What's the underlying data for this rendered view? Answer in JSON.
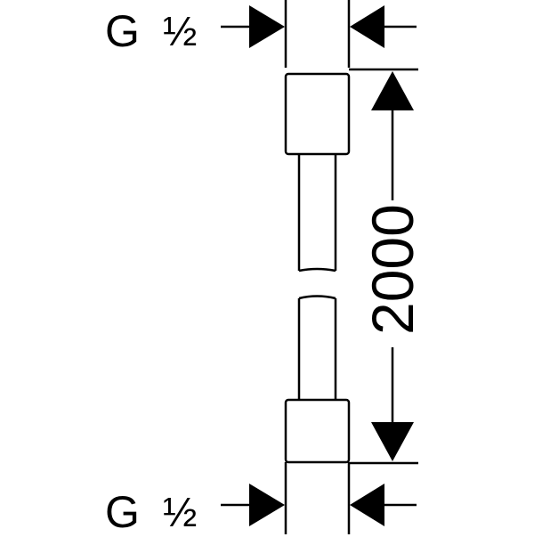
{
  "top_thread": {
    "letter": "G",
    "size": "½"
  },
  "bottom_thread": {
    "letter": "G",
    "size": "½"
  },
  "length_dimension": {
    "value": "2000"
  },
  "colors": {
    "ink": "#000000",
    "paper": "#ffffff"
  }
}
